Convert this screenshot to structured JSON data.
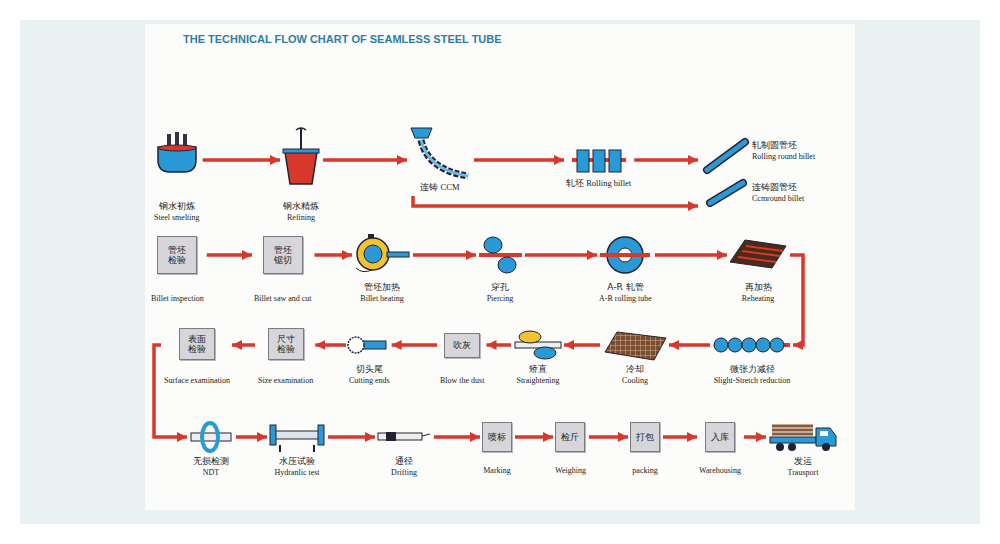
{
  "diagram": {
    "title": "THE TECHNICAL FLOW CHART OF SEAMLESS STEEL TUBE",
    "nodes": [
      {
        "text": [
          "钢水初炼",
          "Steel smelting"
        ]
      },
      {
        "text": [
          "钢水精炼",
          "Refining"
        ]
      },
      {
        "text": [
          "连铸 CCM"
        ]
      },
      {
        "text": [
          "轧坯 Rolling billet"
        ]
      },
      {
        "text": [
          "轧制圆管坯",
          "Rolling round billet"
        ]
      },
      {
        "text": [
          "连铸圆管坯",
          "Ccmround billet"
        ]
      },
      {
        "text": [
          "管坯检验",
          "Billet inspection"
        ]
      },
      {
        "text": [
          "管坯锯切",
          "Billet saw and cut"
        ]
      },
      {
        "text": [
          "管坯加热",
          "Billet heating"
        ]
      },
      {
        "text": [
          "穿孔",
          "Piercing"
        ]
      },
      {
        "text": [
          "A-R 轧管",
          "A-R rolling tube"
        ]
      },
      {
        "text": [
          "再加热",
          "Reheating"
        ]
      },
      {
        "text": [
          "微张力减径",
          "Slight-Stretch reduction"
        ]
      },
      {
        "text": [
          "冷却",
          "Cooling"
        ]
      },
      {
        "text": [
          "矫直",
          "Straightening"
        ]
      },
      {
        "text": [
          "吹灰",
          "Blow the dust"
        ]
      },
      {
        "text": [
          "切头尾",
          "Cutting ends"
        ]
      },
      {
        "text": [
          "尺寸检验",
          "Size examination"
        ]
      },
      {
        "text": [
          "表面检验",
          "Surface examination"
        ]
      },
      {
        "text": [
          "无损检测",
          "NDT"
        ]
      },
      {
        "text": [
          "水压试验",
          "Hydranlic test"
        ]
      },
      {
        "text": [
          "通径",
          "Drifting"
        ]
      },
      {
        "text": [
          "喷标",
          "Marking"
        ]
      },
      {
        "text": [
          "检斤",
          "Weighing"
        ]
      },
      {
        "text": [
          "打包",
          "packing"
        ]
      },
      {
        "text": [
          "入库",
          "Warehousing"
        ]
      },
      {
        "text": [
          "发运",
          "Trausport"
        ]
      }
    ],
    "edges": [
      {
        "from": 0,
        "to": 1,
        "arrow": "to"
      },
      {
        "from": 1,
        "to": 2,
        "arrow": "to"
      },
      {
        "from": 2,
        "to": 3,
        "arrow": "to"
      },
      {
        "from": 3,
        "to": 4,
        "arrow": "to"
      },
      {
        "from": 2,
        "to": 5,
        "arrow": "to"
      },
      {
        "from": 6,
        "to": 7,
        "arrow": "to"
      },
      {
        "from": 7,
        "to": 8,
        "arrow": "to"
      },
      {
        "from": 8,
        "to": 9,
        "arrow": "to"
      },
      {
        "from": 9,
        "to": 10,
        "arrow": "to"
      },
      {
        "from": 10,
        "to": 11,
        "arrow": "to"
      },
      {
        "from": 11,
        "to": 12,
        "arrow": "to"
      },
      {
        "from": 12,
        "to": 13,
        "arrow": "to"
      },
      {
        "from": 13,
        "to": 14,
        "arrow": "to"
      },
      {
        "from": 14,
        "to": 15,
        "arrow": "to"
      },
      {
        "from": 15,
        "to": 16,
        "arrow": "to"
      },
      {
        "from": 16,
        "to": 17,
        "arrow": "to"
      },
      {
        "from": 17,
        "to": 18,
        "arrow": "to"
      },
      {
        "from": 18,
        "to": 19,
        "arrow": "to"
      },
      {
        "from": 19,
        "to": 20,
        "arrow": "to"
      },
      {
        "from": 20,
        "to": 21,
        "arrow": "to"
      },
      {
        "from": 21,
        "to": 22,
        "arrow": "to"
      },
      {
        "from": 22,
        "to": 23,
        "arrow": "to"
      },
      {
        "from": 23,
        "to": 24,
        "arrow": "to"
      },
      {
        "from": 24,
        "to": 25,
        "arrow": "to"
      },
      {
        "from": 25,
        "to": 26,
        "arrow": "to"
      }
    ]
  }
}
